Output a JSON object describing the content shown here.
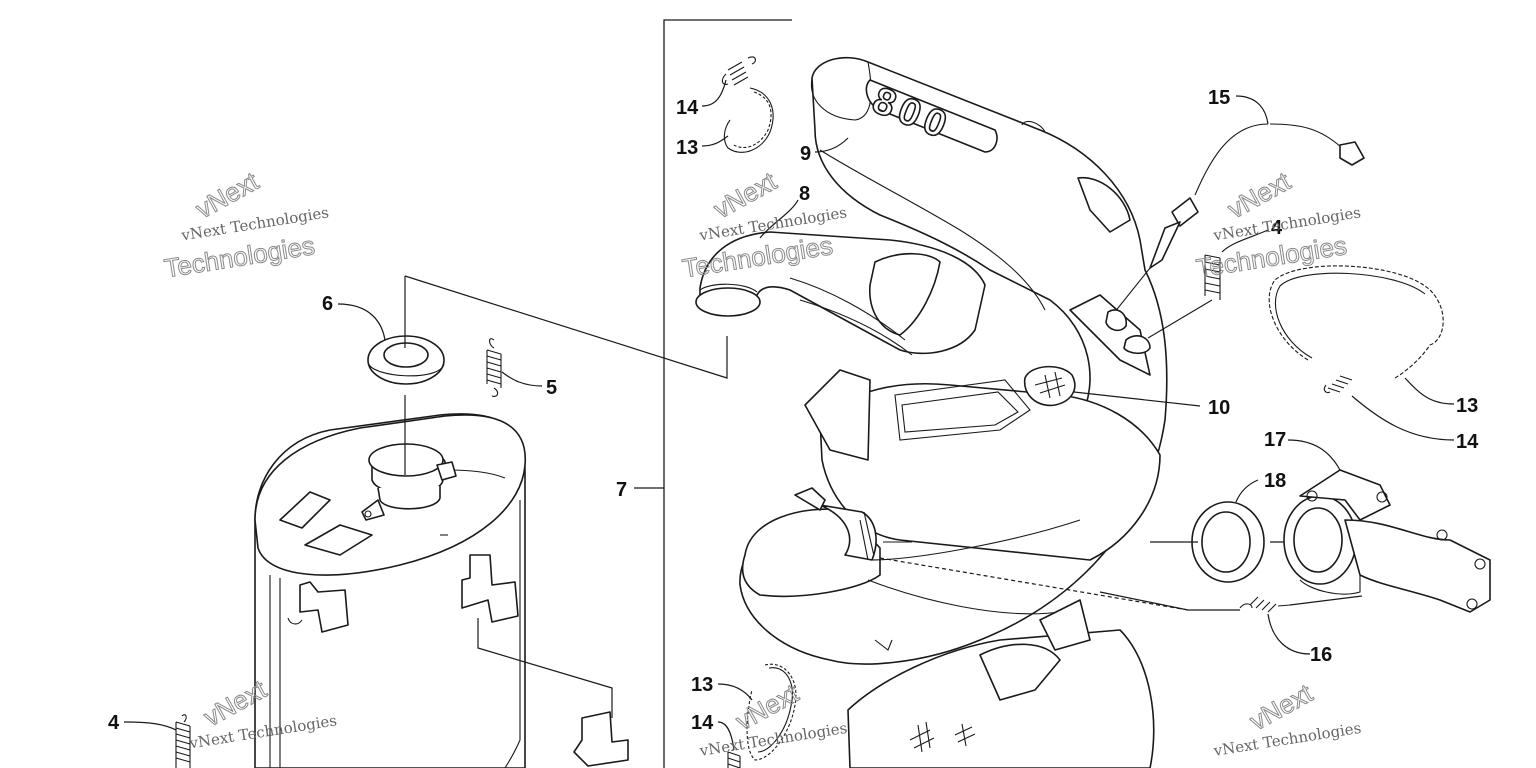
{
  "callouts": [
    {
      "id": "c14a",
      "text": "14"
    },
    {
      "id": "c13a",
      "text": "13"
    },
    {
      "id": "c9",
      "text": "9"
    },
    {
      "id": "c8",
      "text": "8"
    },
    {
      "id": "c15",
      "text": "15"
    },
    {
      "id": "c4a",
      "text": "4"
    },
    {
      "id": "c6",
      "text": "6"
    },
    {
      "id": "c5",
      "text": "5"
    },
    {
      "id": "c10",
      "text": "10"
    },
    {
      "id": "c13b",
      "text": "13"
    },
    {
      "id": "c14b",
      "text": "14"
    },
    {
      "id": "c17",
      "text": "17"
    },
    {
      "id": "c7",
      "text": "7"
    },
    {
      "id": "c18",
      "text": "18"
    },
    {
      "id": "c16",
      "text": "16"
    },
    {
      "id": "c13c",
      "text": "13"
    },
    {
      "id": "c14c",
      "text": "14"
    },
    {
      "id": "c4b",
      "text": "4"
    }
  ],
  "watermark": {
    "line1": "vNext Technologies",
    "line2": "Technologies",
    "arc": "vNext"
  },
  "part_marking": "800"
}
